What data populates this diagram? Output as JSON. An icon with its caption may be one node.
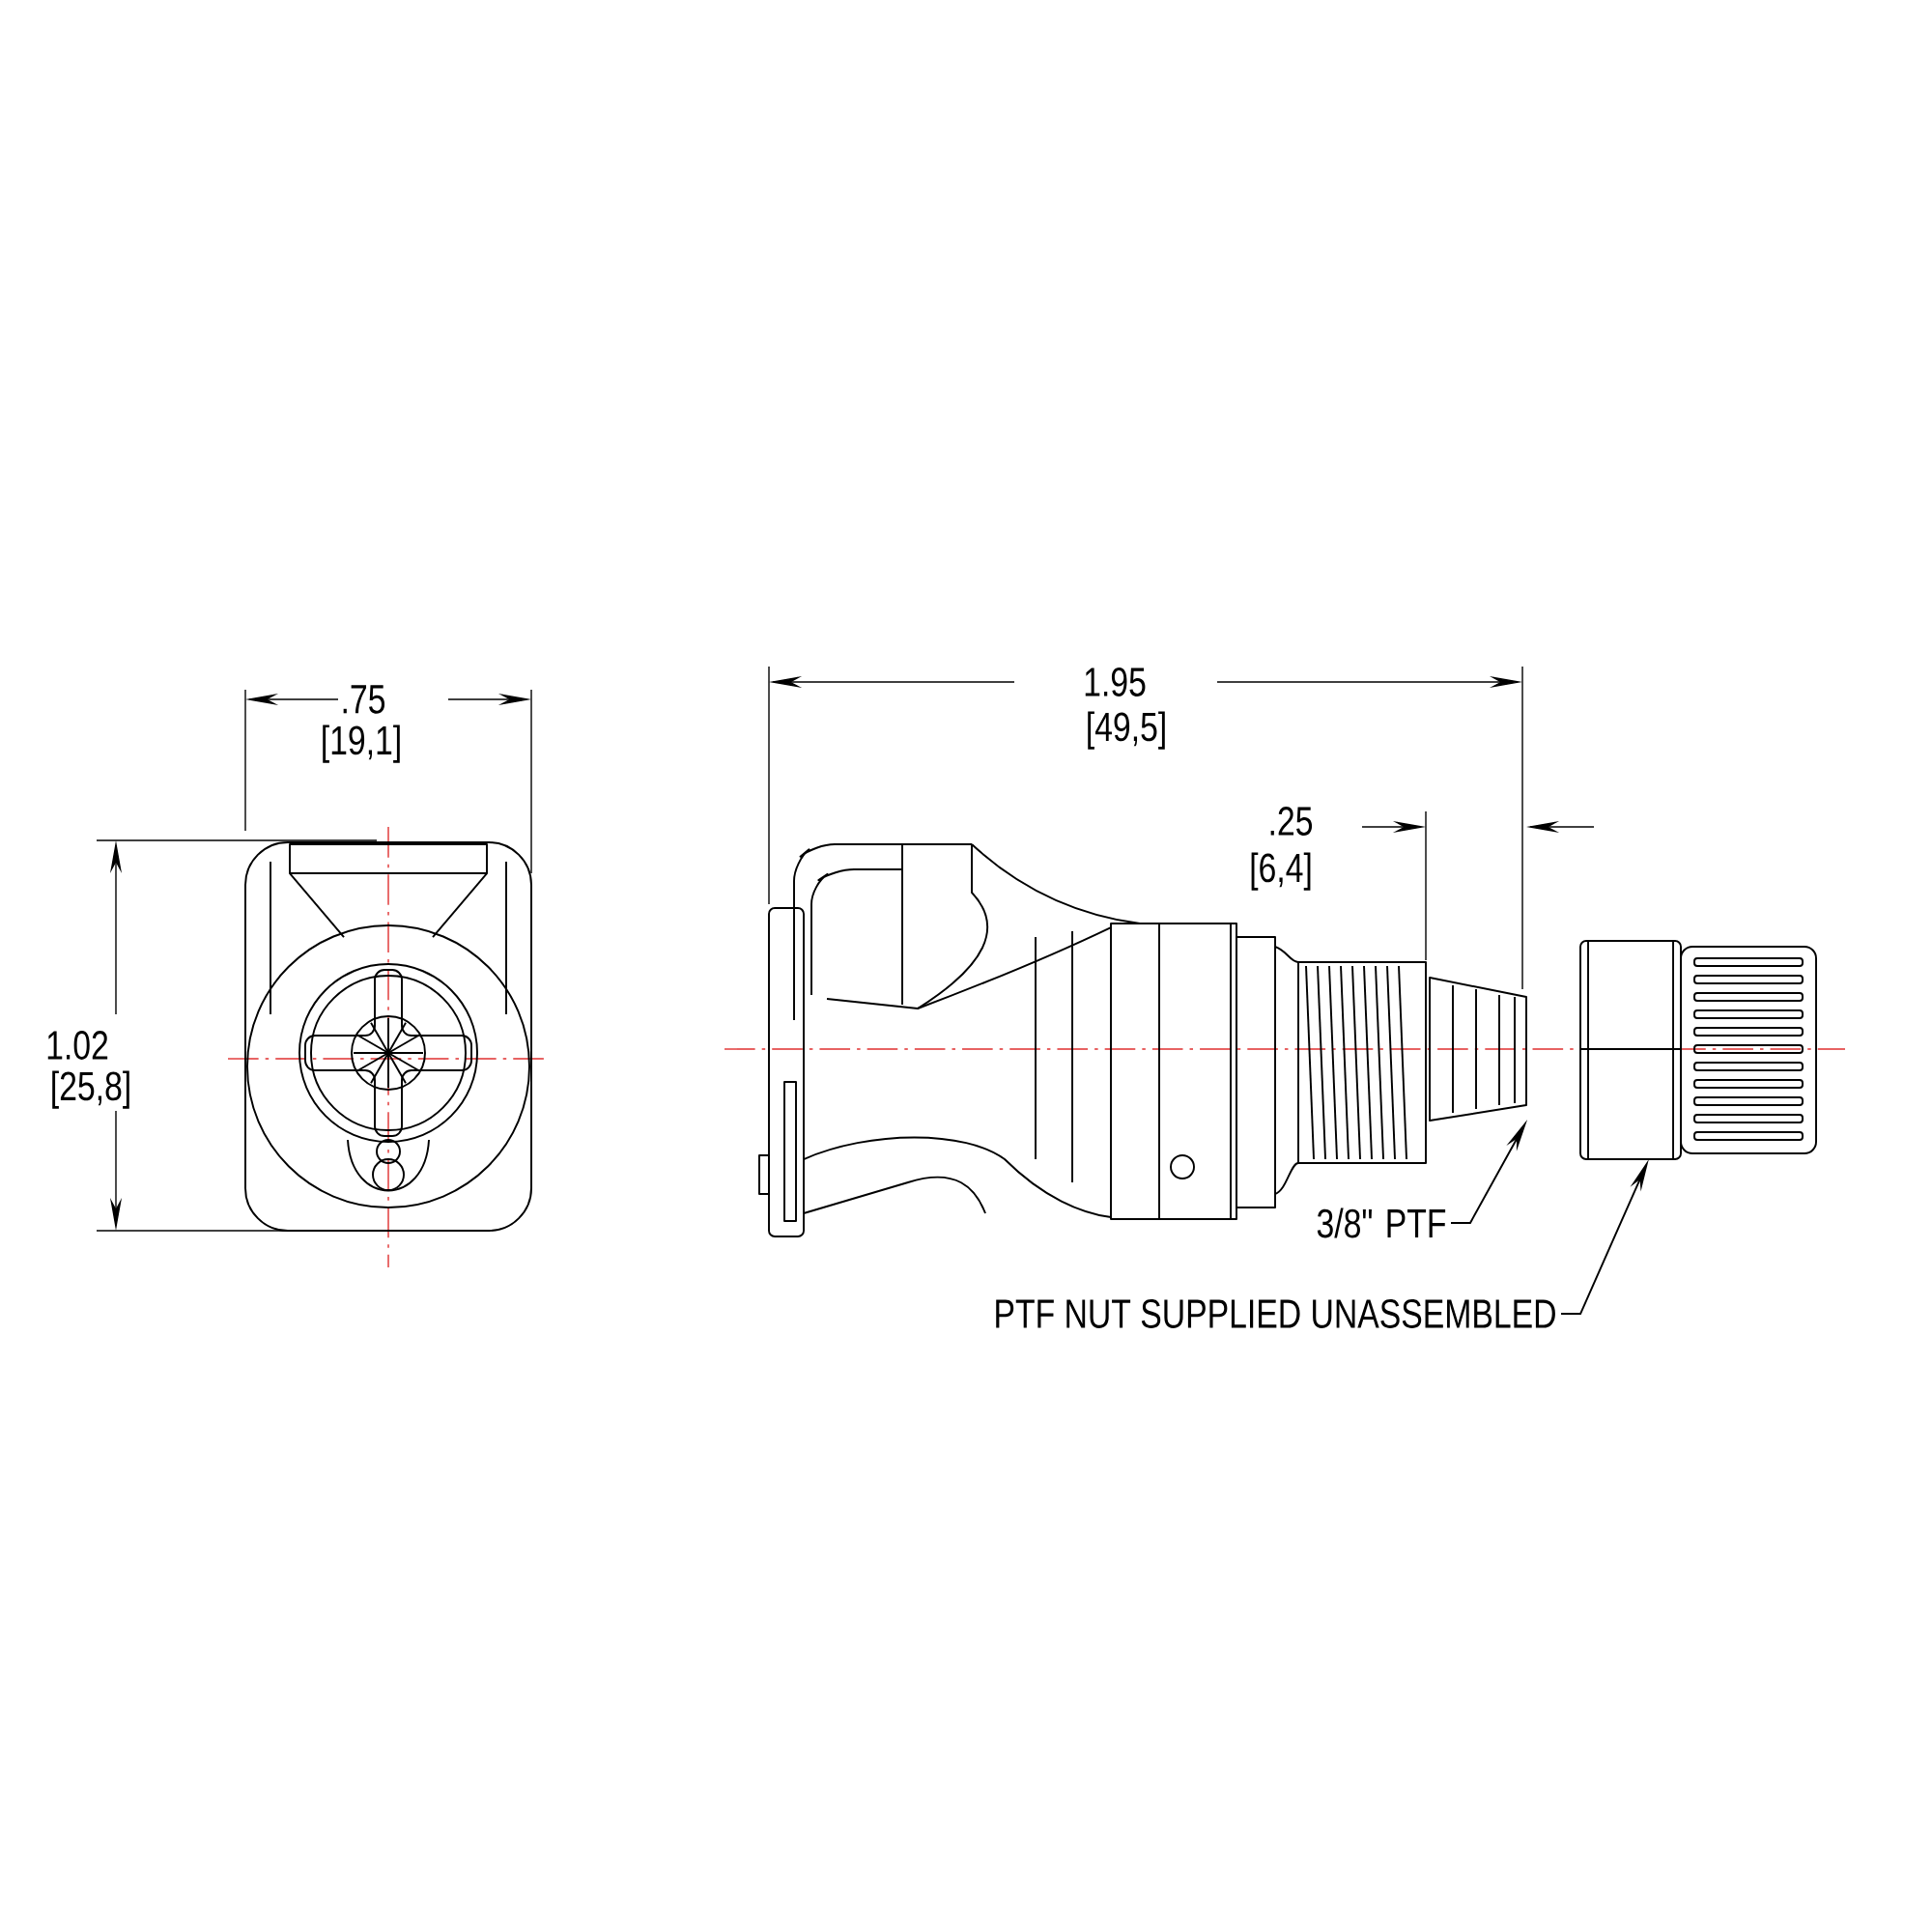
{
  "diagram": {
    "nodes": [
      {
        "text": [],
        "shape": "box"
      },
      {
        "text": [],
        "shape": "box"
      },
      {
        "text": [
          "3/8\" PTF"
        ]
      },
      {
        "text": [
          "PTF NUT SUPPLIED UNASSEMBLED"
        ]
      }
    ],
    "edges": [
      {
        "from": 2,
        "to": 0,
        "arrow": "to"
      },
      {
        "from": 3,
        "to": 1,
        "arrow": "to"
      }
    ],
    "labels": [
      ".75",
      "[19,1]",
      "1.02",
      "[25,8]",
      "1.95",
      "[49,5]",
      ".25",
      "[6,4]"
    ]
  }
}
